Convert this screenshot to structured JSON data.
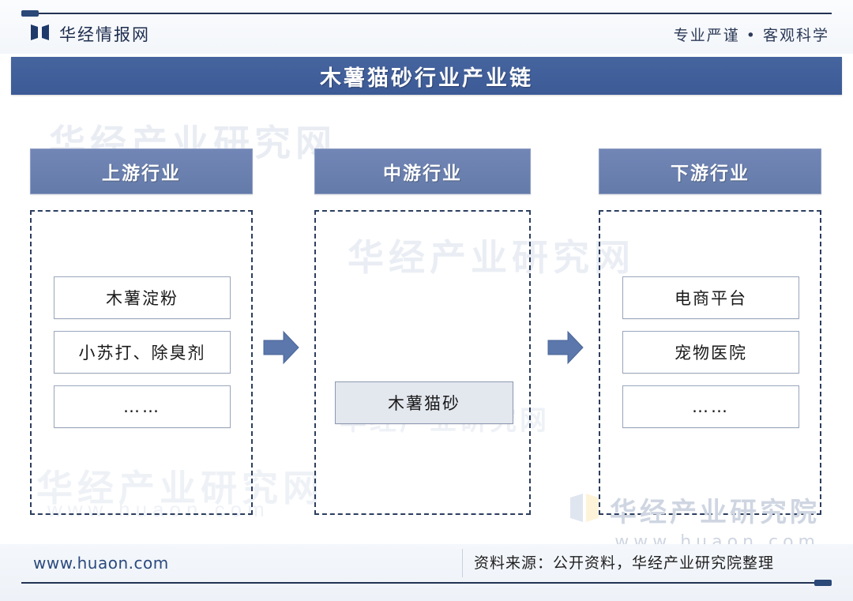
{
  "brand": {
    "logo_icon": "huaon-bowtie-logo-icon",
    "name": "华经情报网",
    "tagline": "专业严谨 • 客观科学"
  },
  "title": {
    "text": "木薯猫砂行业产业链"
  },
  "columns": [
    {
      "key": "upstream",
      "header": "上游行业",
      "items": [
        {
          "label": "木薯淀粉",
          "highlight": false
        },
        {
          "label": "小苏打、除臭剂",
          "highlight": false
        },
        {
          "label": "……",
          "highlight": false
        }
      ]
    },
    {
      "key": "midstream",
      "header": "中游行业",
      "items": [
        {
          "label": "木薯猫砂",
          "highlight": true
        }
      ]
    },
    {
      "key": "downstream",
      "header": "下游行业",
      "items": [
        {
          "label": "电商平台",
          "highlight": false
        },
        {
          "label": "宠物医院",
          "highlight": false
        },
        {
          "label": "……",
          "highlight": false
        }
      ]
    }
  ],
  "arrows": [
    {
      "name": "arrow-upstream-to-midstream",
      "direction": "right"
    },
    {
      "name": "arrow-midstream-to-downstream",
      "direction": "right"
    }
  ],
  "watermarks": {
    "institute": "华经产业研究院",
    "url": "www.huaon.com",
    "background_text": "华经产业研究网"
  },
  "footer": {
    "url": "www.huaon.com",
    "source": "资料来源：公开资料，华经产业研究院整理"
  },
  "colors": {
    "title_band": "#3c5a96",
    "column_header": "#647ba9",
    "arrow": "#5b77ab",
    "dashed_border": "#2c3e5e",
    "node_border": "#9aa6bd",
    "highlight_fill": "#e3e7ee",
    "rule": "#223354",
    "footer_url": "#2b4a7e"
  }
}
